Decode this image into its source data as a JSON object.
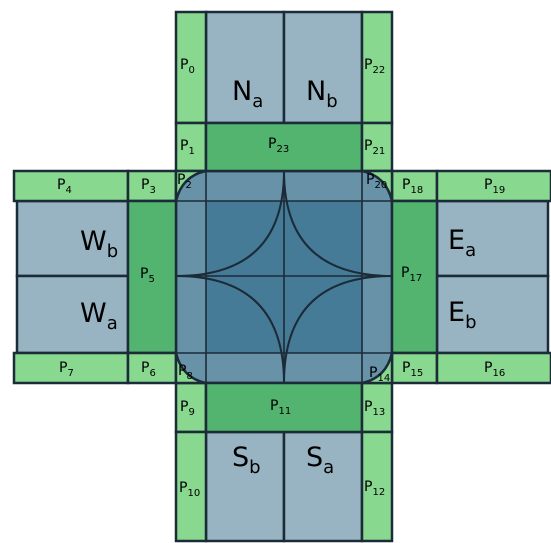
{
  "colors": {
    "lane": "#98b4c2",
    "pad": "#88d88f",
    "pad_dark": "#52b46f",
    "center": "#6792a8",
    "center_dark": "#457b96",
    "stroke": "#1b2b38"
  },
  "lanes": {
    "na": {
      "base": "N",
      "sub": "a"
    },
    "nb": {
      "base": "N",
      "sub": "b"
    },
    "wb": {
      "base": "W",
      "sub": "b"
    },
    "wa": {
      "base": "W",
      "sub": "a"
    },
    "ea": {
      "base": "E",
      "sub": "a"
    },
    "eb": {
      "base": "E",
      "sub": "b"
    },
    "sb": {
      "base": "S",
      "sub": "b"
    },
    "sa": {
      "base": "S",
      "sub": "a"
    }
  },
  "pads": {
    "p0": {
      "base": "P",
      "sub": "0"
    },
    "p1": {
      "base": "P",
      "sub": "1"
    },
    "p2": {
      "base": "P",
      "sub": "2"
    },
    "p3": {
      "base": "P",
      "sub": "3"
    },
    "p4": {
      "base": "P",
      "sub": "4"
    },
    "p5": {
      "base": "P",
      "sub": "5"
    },
    "p6": {
      "base": "P",
      "sub": "6"
    },
    "p7": {
      "base": "P",
      "sub": "7"
    },
    "p8": {
      "base": "P",
      "sub": "8"
    },
    "p9": {
      "base": "P",
      "sub": "9"
    },
    "p10": {
      "base": "P",
      "sub": "10"
    },
    "p11": {
      "base": "P",
      "sub": "11"
    },
    "p12": {
      "base": "P",
      "sub": "12"
    },
    "p13": {
      "base": "P",
      "sub": "13"
    },
    "p14": {
      "base": "P",
      "sub": "14"
    },
    "p15": {
      "base": "P",
      "sub": "15"
    },
    "p16": {
      "base": "P",
      "sub": "16"
    },
    "p17": {
      "base": "P",
      "sub": "17"
    },
    "p18": {
      "base": "P",
      "sub": "18"
    },
    "p19": {
      "base": "P",
      "sub": "19"
    },
    "p20": {
      "base": "P",
      "sub": "20"
    },
    "p21": {
      "base": "P",
      "sub": "21"
    },
    "p22": {
      "base": "P",
      "sub": "22"
    },
    "p23": {
      "base": "P",
      "sub": "23"
    }
  }
}
